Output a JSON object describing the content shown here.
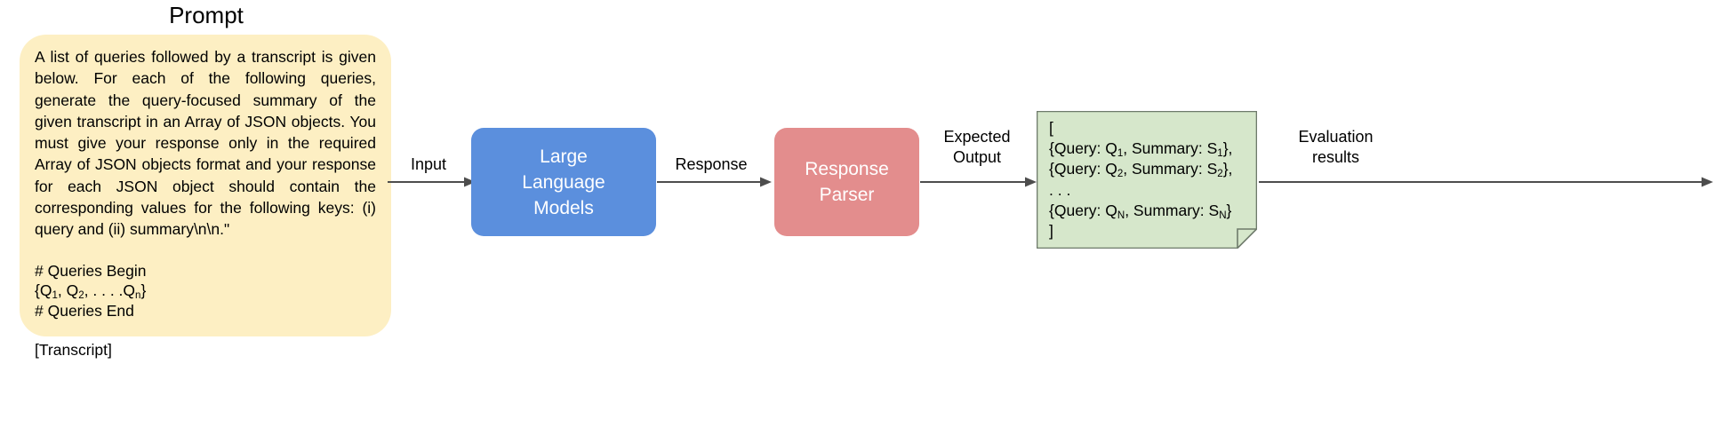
{
  "figure": {
    "prompt": {
      "title": "Prompt",
      "paragraph": "A list of queries followed by a transcript is given below. For each of the following queries, generate the query-focused summary of the given transcript in an Array of JSON objects. You must give your response only in the required Array of JSON objects format and your response for each JSON object should contain the corresponding values for the following keys: (i) query and (ii) summary\\n\\n.\"",
      "queries_begin": "# Queries Begin",
      "queries_list_prefix": "{Q",
      "queries_line": "{Q1, Q2, . . . .Qn}",
      "queries_end": "# Queries End",
      "transcript": "[Transcript]",
      "background_color": "#fdefc3"
    },
    "nodes": [
      {
        "id": "llm",
        "label_line1": "Large",
        "label_line2": "Language",
        "label_line3": "Models",
        "color": "#5b8fdd",
        "text_color": "#ffffff"
      },
      {
        "id": "parser",
        "label_line1": "Response",
        "label_line2": "Parser",
        "color": "#e38d8d",
        "text_color": "#ffffff"
      }
    ],
    "output_note": {
      "line_open": "[",
      "line_1": "{Query: Q1, Summary: S1},",
      "line_2": "{Query: Q2, Summary: S2},",
      "line_ellipsis": ". . .",
      "line_n": "{Query: QN, Summary: SN}",
      "line_close": "]",
      "fill_color": "#d6e7cb",
      "border_color": "#6e7a6b"
    },
    "edges": [
      {
        "id": "input",
        "label": "Input"
      },
      {
        "id": "response",
        "label": "Response"
      },
      {
        "id": "expected-output",
        "label_line1": "Expected",
        "label_line2": "Output"
      },
      {
        "id": "evaluation-results",
        "label_line1": "Evaluation",
        "label_line2": "results"
      }
    ],
    "arrow_color": "#4d4d4d"
  }
}
